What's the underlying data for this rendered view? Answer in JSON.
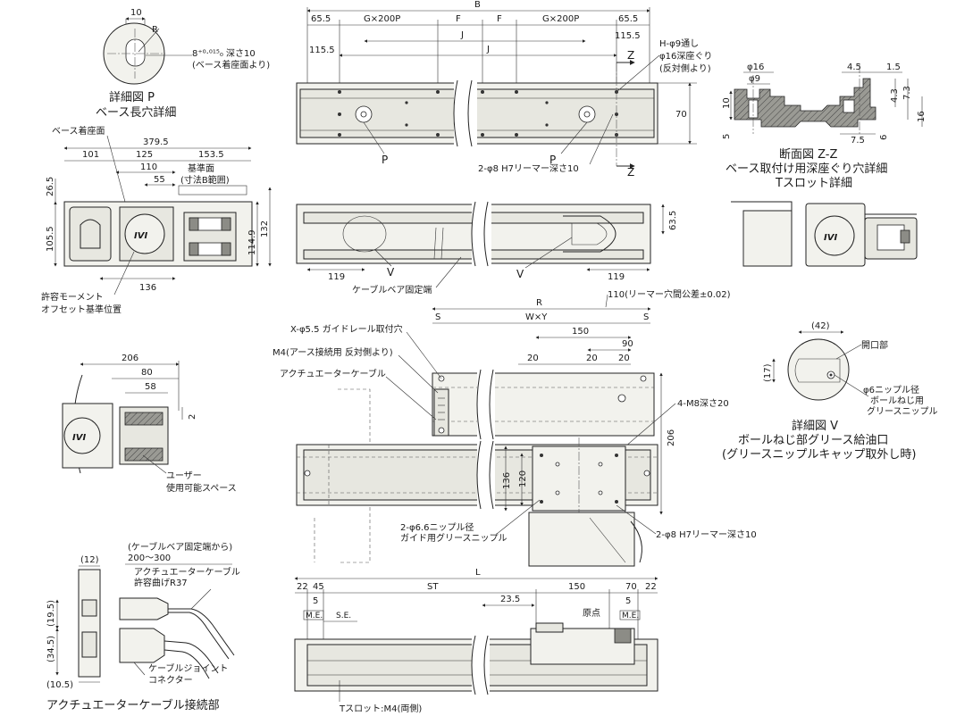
{
  "colors": {
    "line": "#222222",
    "fill": "#f2f2ed",
    "fill_dark": "#8c8c86",
    "background": "#ffffff"
  },
  "detail_p": {
    "title": "詳細図 P",
    "subtitle": "ベース長穴詳細",
    "dim_width": "10",
    "radius": "R",
    "tolerance_text": "8⁺⁰·⁰¹⁵₀ 深さ10",
    "note": "(ベース着座面より)"
  },
  "top_view": {
    "overall": "B",
    "dims_top": [
      "65.5",
      "G×200P",
      "F",
      "F",
      "G×200P",
      "65.5"
    ],
    "dim_j_left": "J",
    "dim_j_right": "J",
    "dim_left": "115.5",
    "dim_right": "115.5",
    "height": "70",
    "section_mark": "Z",
    "detail_mark": "P",
    "note_holes": [
      "H-φ9通し",
      "φ16深座ぐり",
      "(反対側より)"
    ],
    "reamer": "2-φ8 H7リーマー深さ10"
  },
  "section_z": {
    "title": "断面図 Z-Z",
    "subtitle1": "ベース取付け用深座ぐり穴詳細",
    "subtitle2": "Tスロット詳細",
    "dims": [
      "φ16",
      "φ9",
      "4.5",
      "1.5",
      "10",
      "5",
      "4.3",
      "7.3",
      "16",
      "7.5",
      "6"
    ]
  },
  "end_view": {
    "label_base_face": "ベース着座面",
    "label_reference": "基準面",
    "label_range": "(寸法B範囲)",
    "dims": [
      "379.5",
      "101",
      "125",
      "153.5",
      "110",
      "55",
      "26.5",
      "105.5",
      "114.9",
      "132",
      "136"
    ],
    "label_moment": "許容モーメント",
    "label_offset": "オフセット基準位置",
    "logo": "IVI"
  },
  "front_view": {
    "height": "63.5",
    "dim_left": "119",
    "dim_right": "119",
    "mark_v": "V",
    "label_cable": "ケーブルベア固定端"
  },
  "detail_v": {
    "dim": "(42)",
    "dim_side": "(17)",
    "label_opening": "開口部",
    "label_nipple": [
      "φ6ニップル径",
      "ボールねじ用",
      "グリースニップル"
    ],
    "title": "詳細図 V",
    "subtitle1": "ボールねじ部グリース給油口",
    "subtitle2": "(グリースニップルキャップ取外し時)"
  },
  "user_space": {
    "dims": [
      "206",
      "80",
      "58",
      "2"
    ],
    "label": [
      "ユーザー",
      "使用可能スペース"
    ]
  },
  "plan_view": {
    "dim_r": "R",
    "dim_s_left": "S",
    "dim_s_right": "S",
    "dim_wxy": "W×Y",
    "note_reamer_pitch": "110(リーマー穴間公差±0.02)",
    "dims": [
      "150",
      "90",
      "20",
      "20",
      "20",
      "206",
      "136",
      "120"
    ],
    "label_guide_hole": "X-φ5.5 ガイドレール取付穴",
    "label_ground": "M4(アース接続用 反対側より)",
    "label_actuator_cable": "アクチュエーターケーブル",
    "label_m8": "4-M8深さ20",
    "label_guide_nipple": [
      "2-φ6.6ニップル径",
      "ガイド用グリースニップル"
    ],
    "label_reamer": "2-φ8 H7リーマー深さ10"
  },
  "cable_connection": {
    "title": "アクチュエーターケーブル接続部",
    "dims": [
      "(12)",
      "(19.5)",
      "(34.5)",
      "(10.5)"
    ],
    "label_from_fixed": "(ケーブルベア固定端から)",
    "label_range": "200～300",
    "label_bend": [
      "アクチュエーターケーブル",
      "許容曲げR37"
    ],
    "label_joint": [
      "ケーブルジョイント",
      "コネクター"
    ]
  },
  "side_view": {
    "overall": "L",
    "dims": [
      "22",
      "45",
      "ST",
      "23.5",
      "150",
      "70",
      "22",
      "5",
      "5"
    ],
    "label_me_left": "M.E.",
    "label_se": "S.E.",
    "label_origin": "原点",
    "label_me_right": "M.E.",
    "label_tslot": "Tスロット:M4(両側)"
  }
}
